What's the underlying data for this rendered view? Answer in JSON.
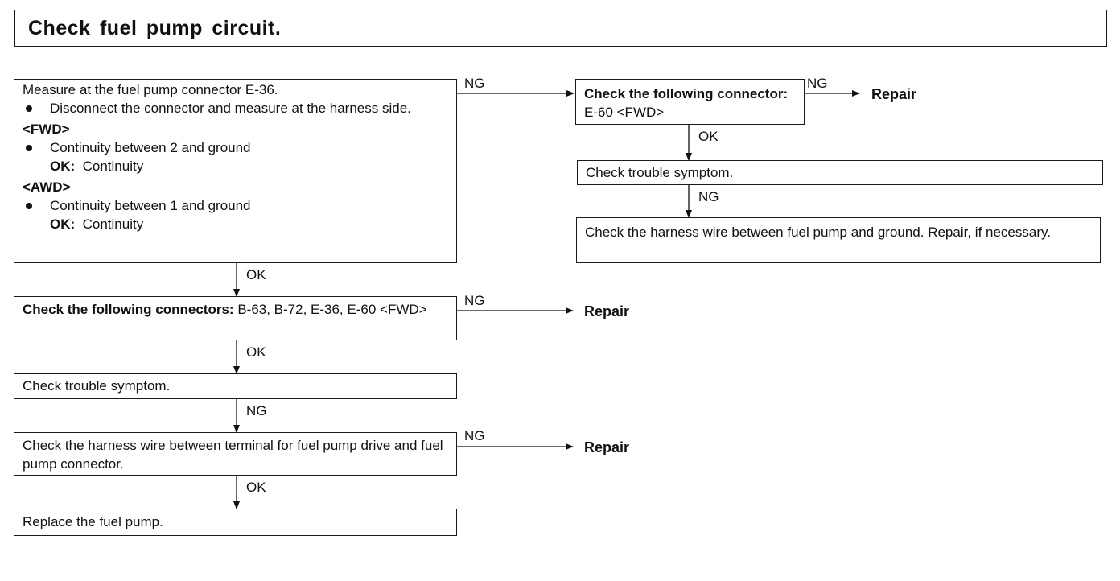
{
  "title": "Check fuel pump circuit.",
  "box_measure": {
    "line1": "Measure at the fuel pump connector E-36.",
    "bullet1": "Disconnect the connector and measure at the harness side.",
    "fwd_header": "<FWD>",
    "fwd_bullet": "Continuity between 2 and ground",
    "fwd_ok_label": "OK:",
    "fwd_ok_value": "Continuity",
    "awd_header": "<AWD>",
    "awd_bullet": "Continuity between 1 and ground",
    "awd_ok_label": "OK:",
    "awd_ok_value": "Continuity"
  },
  "box_connectors": {
    "bold": "Check the following connectors:",
    "text": " B-63, B-72, E-36, E-60 <FWD>"
  },
  "box_symptom_left": {
    "text": "Check trouble symptom."
  },
  "box_harness_left": {
    "text": "Check the harness wire between terminal for fuel pump drive and fuel pump connector."
  },
  "box_replace": {
    "text": "Replace the fuel pump."
  },
  "box_connector_right": {
    "bold": "Check the following connector:",
    "text": " E-60 <FWD>"
  },
  "box_symptom_right": {
    "text": "Check trouble symptom."
  },
  "box_harness_right": {
    "text": "Check the harness wire between fuel pump and ground. Repair, if necessary."
  },
  "labels": {
    "ng": "NG",
    "ok": "OK",
    "repair": "Repair"
  }
}
